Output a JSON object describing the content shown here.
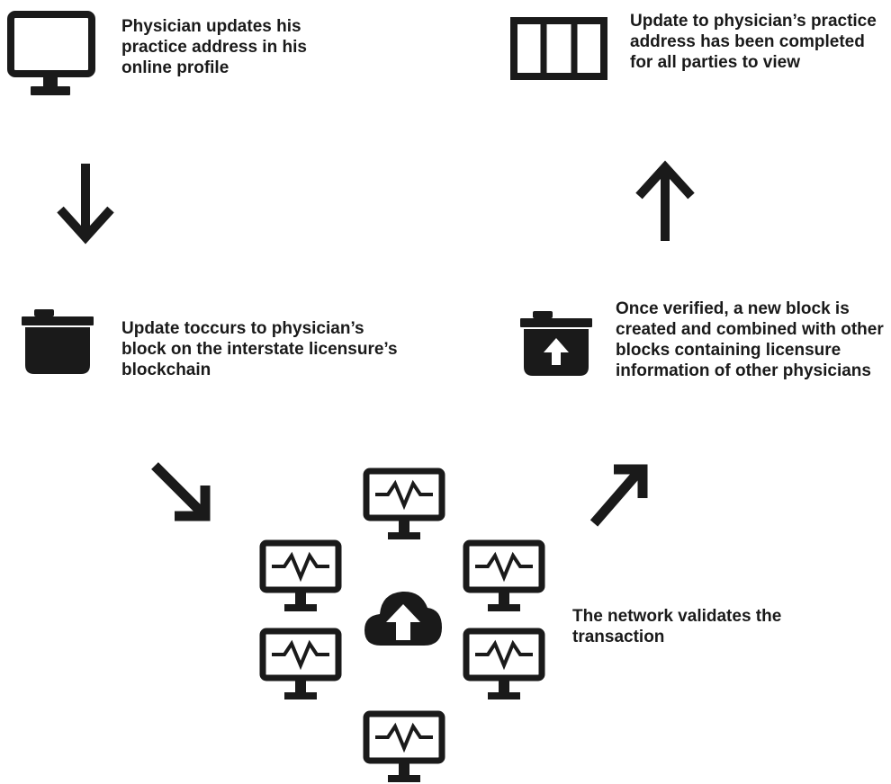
{
  "steps": {
    "profile_update": "Physician updates his practice address in his online profile",
    "block_update": "Update toccurs to physician’s block on the interstate licensure’s blockchain",
    "network_validates": "The network validates the transaction",
    "new_block": "Once verified, a new block is created and combined with other blocks containing licensure information of other physicians",
    "completed": "Update to physician’s practice address has been completed for all parties to view"
  },
  "icons": {
    "profile_update": "monitor-icon",
    "block_update": "block-container-icon",
    "network_center": "cloud-upload-icon",
    "network_nodes": "heartbeat-monitor-icon",
    "new_block": "block-upload-icon",
    "completed": "ledger-columns-icon"
  },
  "colors": {
    "ink": "#1a1a1a",
    "background": "#ffffff"
  }
}
